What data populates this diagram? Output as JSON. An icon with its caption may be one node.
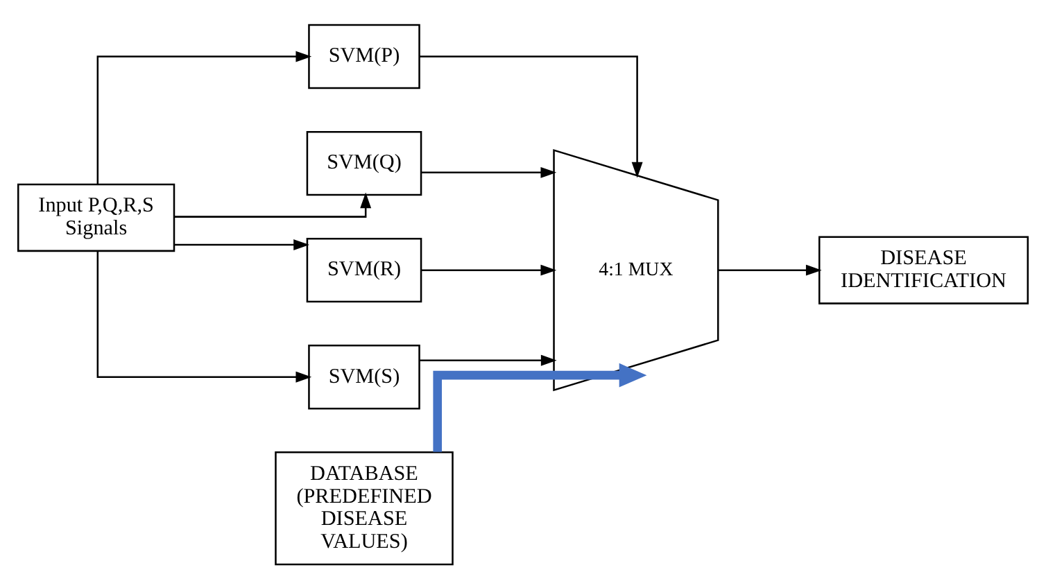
{
  "diagram": {
    "nodes": [
      {
        "text": [
          "Input P,Q,R,S Signals"
        ]
      },
      {
        "text": [
          "SVM(P)"
        ]
      },
      {
        "text": [
          "SVM(Q)"
        ]
      },
      {
        "text": [
          "SVM(R)"
        ]
      },
      {
        "text": [
          "SVM(S)"
        ]
      },
      {
        "text": [
          "4:1 MUX"
        ]
      },
      {
        "text": [
          "DISEASE IDENTIFICATION"
        ]
      },
      {
        "text": [
          "DATABASE (PREDEFINED DISEASE VALUES)"
        ]
      }
    ],
    "edges": [
      {
        "from": 0,
        "to": 1,
        "arrow": "to"
      },
      {
        "from": 0,
        "to": 2,
        "arrow": "to"
      },
      {
        "from": 0,
        "to": 3,
        "arrow": "to"
      },
      {
        "from": 0,
        "to": 4,
        "arrow": "to"
      },
      {
        "from": 1,
        "to": 5,
        "arrow": "to"
      },
      {
        "from": 2,
        "to": 5,
        "arrow": "to"
      },
      {
        "from": 3,
        "to": 5,
        "arrow": "to"
      },
      {
        "from": 4,
        "to": 5,
        "arrow": "to"
      },
      {
        "from": 5,
        "to": 6,
        "arrow": "to"
      },
      {
        "from": 7,
        "to": 5,
        "arrow": "to",
        "style": "thick",
        "color": "#4472c4"
      }
    ]
  }
}
